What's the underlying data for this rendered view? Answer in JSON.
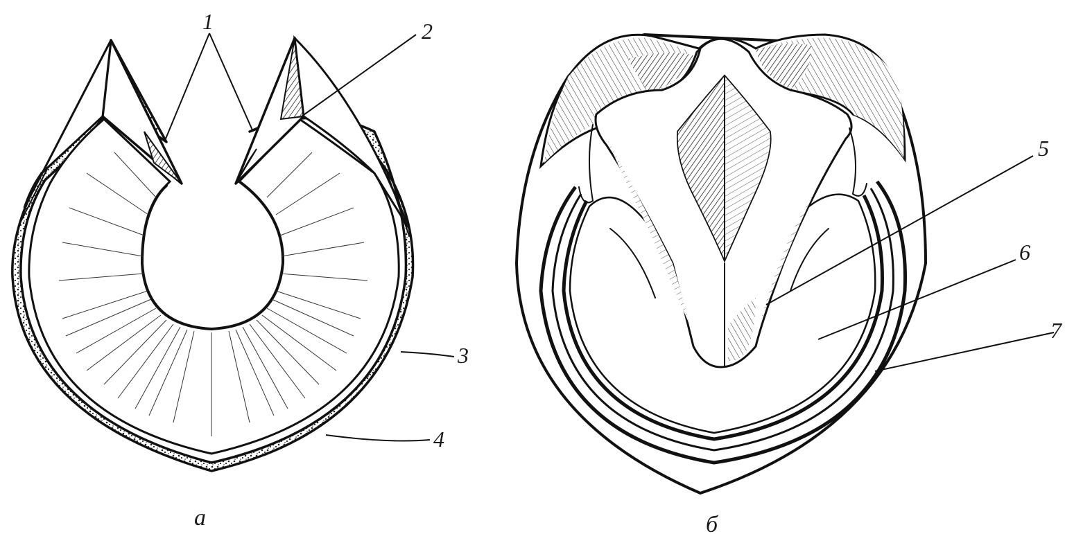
{
  "figure": {
    "panels": [
      {
        "id": "a",
        "caption": "а",
        "labels": [
          "1",
          "2",
          "3",
          "4"
        ]
      },
      {
        "id": "b",
        "caption": "б",
        "labels": [
          "5",
          "6",
          "7"
        ]
      }
    ]
  }
}
